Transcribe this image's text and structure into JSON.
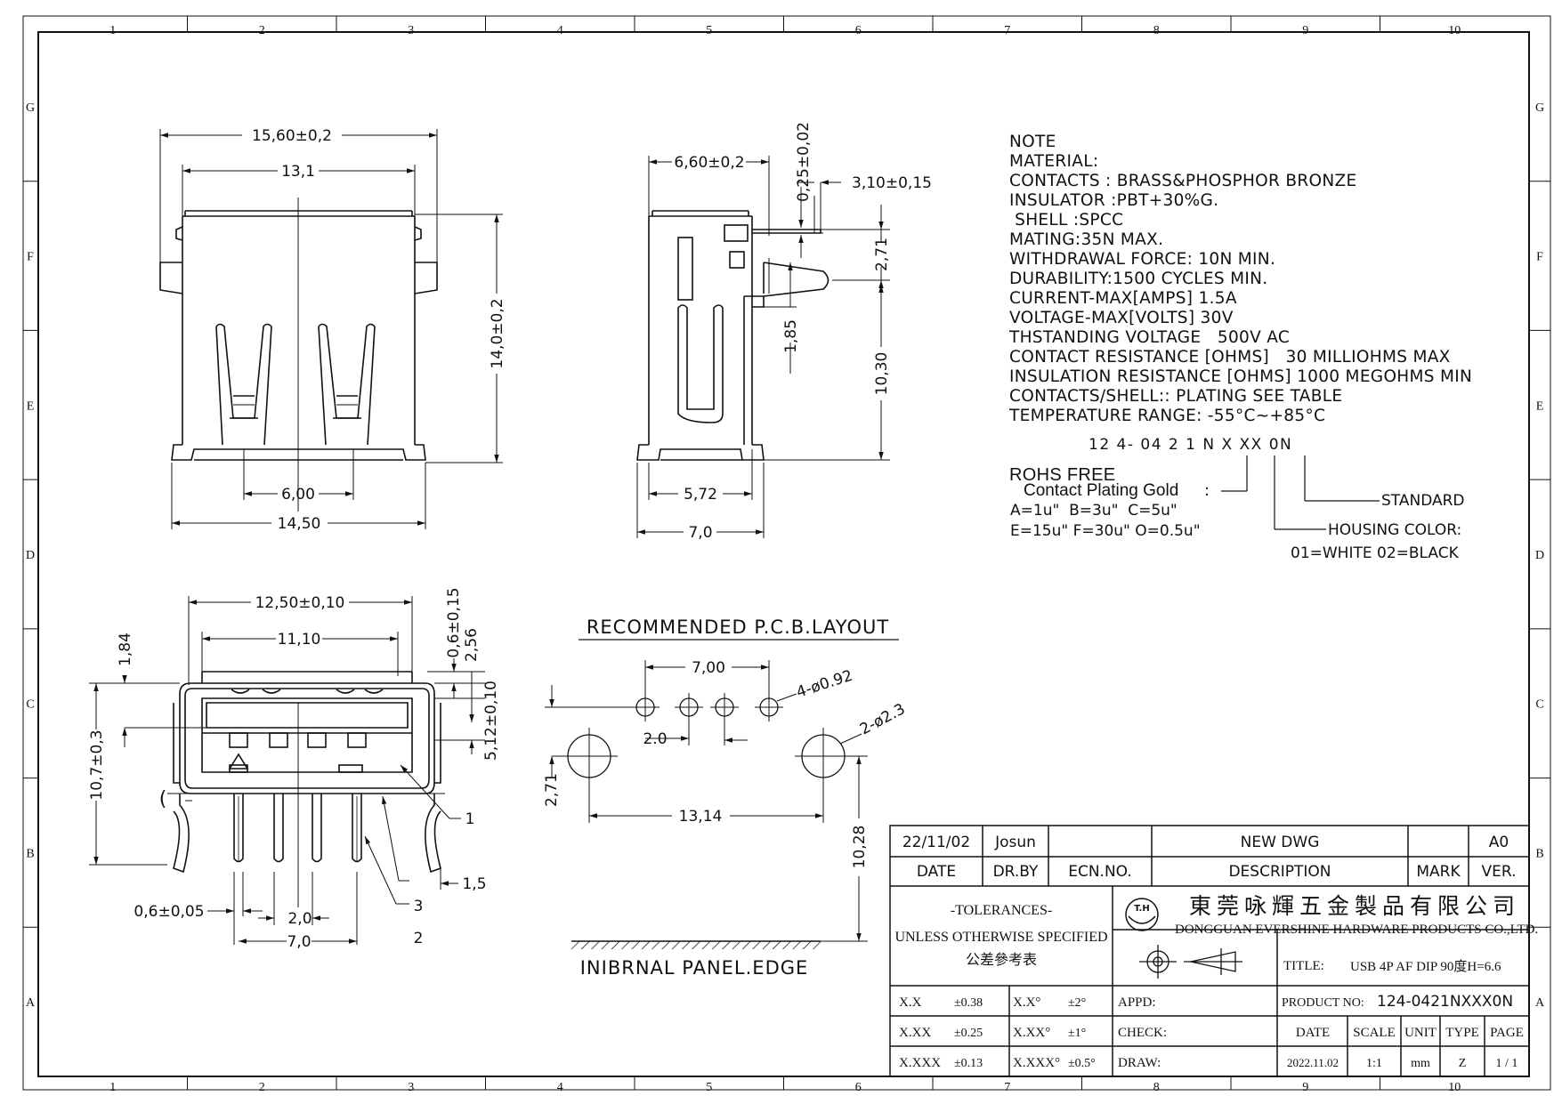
{
  "border": {
    "columns": [
      "1",
      "2",
      "3",
      "4",
      "5",
      "6",
      "7",
      "8",
      "9",
      "10"
    ],
    "rows": [
      "G",
      "F",
      "E",
      "D",
      "C",
      "B",
      "A"
    ]
  },
  "notes": {
    "lines": [
      "NOTE",
      "MATERIAL:",
      "CONTACTS : BRASS&PHOSPHOR BRONZE",
      "INSULATOR :PBT+30%G.",
      " SHELL :SPCC",
      "MATING:35N MAX.",
      "WITHDRAWAL FORCE: 10N MIN.",
      "DURABILITY:1500 CYCLES MIN.",
      "CURRENT-MAX[AMPS] 1.5A",
      "VOLTAGE-MAX[VOLTS] 30V",
      "THSTANDING VOLTAGE   500V AC",
      "CONTACT RESISTANCE [OHMS]   30 MILLIOHMS MAX",
      "INSULATION RESISTANCE [OHMS] 1000 MEGOHMS MIN",
      "CONTACTS/SHELL:: PLATING SEE TABLE",
      "TEMPERATURE RANGE: -55°C~+85°C"
    ],
    "rohs": "ROHS FREE"
  },
  "part_code": {
    "code": "12 4- 04 2 1 N X XX 0N",
    "contact_plating": "Contact Plating Gold",
    "plating_line1": "A=1u\"  B=3u\"  C=5u\"",
    "plating_line2": "E=15u\" F=30u\" O=0.5u\"",
    "standard": "STANDARD",
    "housing": "HOUSING COLOR:",
    "housing_values": "01=WHITE 02=BLACK"
  },
  "dimensions": {
    "front": {
      "d1": "15,60±0,2",
      "d2": "13,1",
      "d3": "14,0±0,2",
      "d4": "6,00",
      "d5": "14,50"
    },
    "side": {
      "d1": "6,60±0,2",
      "d2": "0,25±0,02",
      "d3": "3,10±0,15",
      "d4": "2,71",
      "d5": "1,85",
      "d6": "10,30",
      "d7": "5,72",
      "d8": "7,0"
    },
    "end": {
      "d1": "12,50±0,10",
      "d2": "11,10",
      "d3": "1,84",
      "d4": "0,6±0,15",
      "d5": "2,56",
      "d6": "5,12±0,10",
      "d7": "10,7±0,3",
      "d8": "0,6±0,05",
      "d9": "2,0",
      "d10": "7,0",
      "d11": "1,5",
      "l1": "1",
      "l2": "2",
      "l3": "3",
      "paren": "("
    },
    "pcb": {
      "title": "RECOMMENDED P.C.B.LAYOUT",
      "d1": "7,00",
      "d2": "4-ø0.92",
      "d3": "2.0",
      "d4": "2-ø2.3",
      "d5": "2,71",
      "d6": "13,14",
      "d7": "10,28",
      "panel": "INIBRNAL PANEL.EDGE"
    }
  },
  "title_block": {
    "date_val": "22/11/02",
    "drby_val": "Josun",
    "desc_val": "NEW DWG",
    "ver_val": "A0",
    "date_h": "DATE",
    "drby_h": "DR.BY",
    "ecn_h": "ECN.NO.",
    "desc_h": "DESCRIPTION",
    "mark_h": "MARK",
    "ver_h": "VER.",
    "tol1": "-TOLERANCES-",
    "tol2": "UNLESS OTHERWISE SPECIFIED",
    "tol3": "公差參考表",
    "company_cn": "東莞咏輝五金製品有限公司",
    "company_en": "DONGGUAN EVERSHINE HARDWARE PRODUCTS CO.,LTD.",
    "logo": "T.H",
    "title_label": "TITLE:",
    "title_val": "USB 4P AF DIP 90度H=6.6",
    "product_label": "PRODUCT NO:",
    "product_val": "124-0421NXXX0N",
    "appd": "APPD:",
    "check": "CHECK:",
    "draw": "DRAW:",
    "tol_rows": [
      {
        "a": "X.X",
        "b": "±0.38",
        "c": "X.X°",
        "d": "±2°"
      },
      {
        "a": "X.XX",
        "b": "±0.25",
        "c": "X.XX°",
        "d": "±1°"
      },
      {
        "a": "X.XXX",
        "b": "±0.13",
        "c": "X.XXX°",
        "d": "±0.5°"
      }
    ],
    "date_label": "DATE",
    "scale_label": "SCALE",
    "unit_label": "UNIT",
    "type_label": "TYPE",
    "page_label": "PAGE",
    "date2": "2022.11.02",
    "scale_val": "1:1",
    "unit_val": "mm",
    "type_val": "Z",
    "page_val": "1 / 1"
  }
}
